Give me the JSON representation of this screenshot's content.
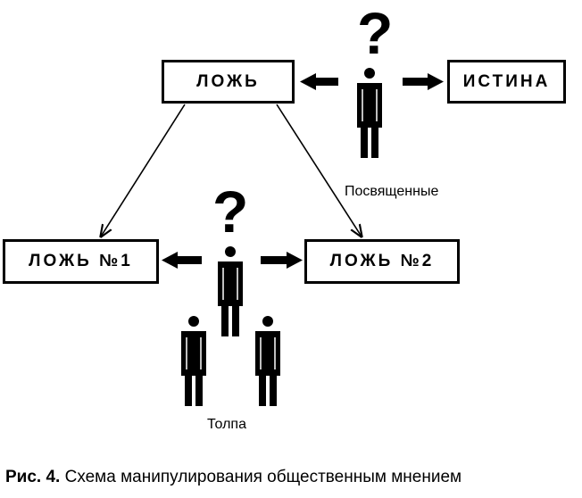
{
  "boxes": {
    "lie": "ЛОЖЬ",
    "truth": "ИСТИНА",
    "lie1": "ЛОЖЬ №1",
    "lie2": "ЛОЖЬ №2"
  },
  "labels": {
    "initiated": "Посвященные",
    "crowd": "Толпа"
  },
  "question_mark": "?",
  "caption": {
    "prefix": "Рис. 4.",
    "text": "Схема манипулирования общественным мнением"
  },
  "icons": [
    "question-mark-icon",
    "person-icon",
    "arrow-left-icon",
    "arrow-right-icon"
  ]
}
